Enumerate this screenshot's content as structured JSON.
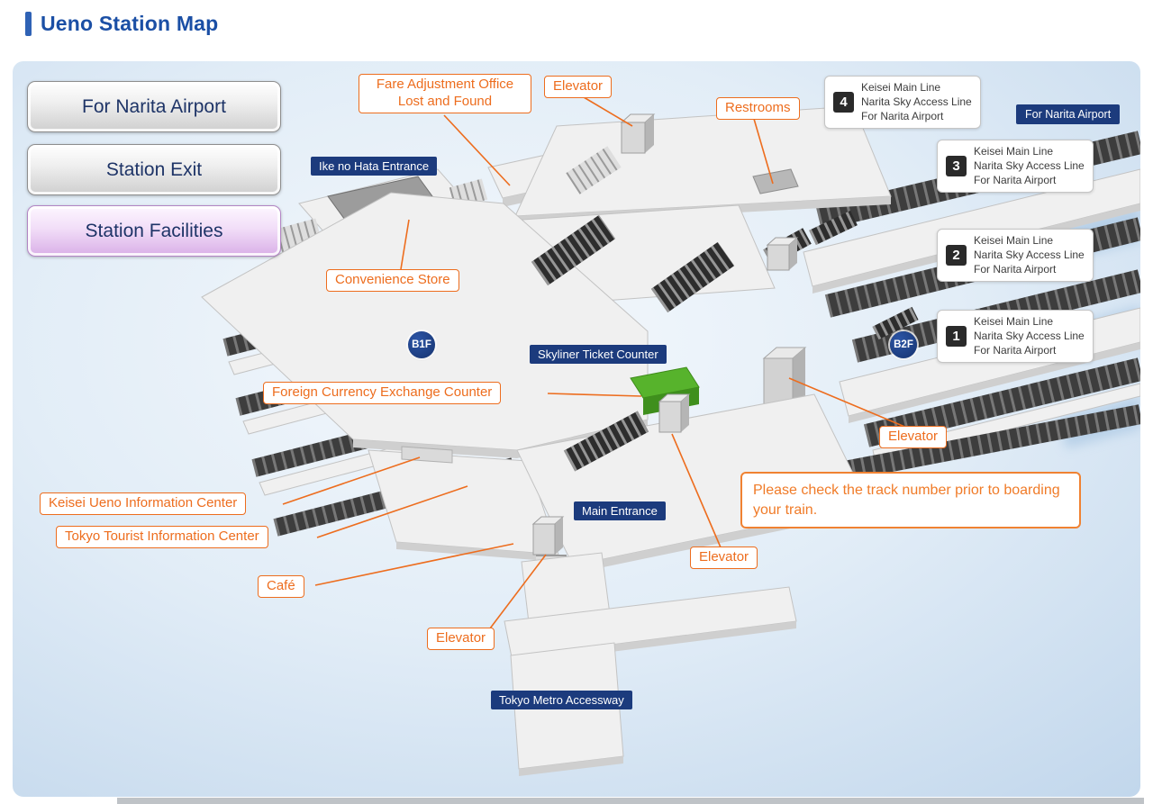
{
  "page": {
    "title": "Ueno Station Map"
  },
  "nav_buttons": [
    {
      "label": "For Narita Airport"
    },
    {
      "label": "Station Exit"
    },
    {
      "label": "Station Facilities"
    }
  ],
  "floor_badges": {
    "b1f": "B1F",
    "b2f": "B2F"
  },
  "entrances": {
    "ike_no_hata": "Ike no Hata Entrance",
    "skyliner": "Skyliner Ticket Counter",
    "main": "Main Entrance",
    "tokyo_metro": "Tokyo Metro Accessway"
  },
  "facilities": {
    "fare_office_line1": "Fare Adjustment Office",
    "fare_office_line2": "Lost and Found",
    "elevator_top": "Elevator",
    "restrooms": "Restrooms",
    "convenience_store": "Convenience Store",
    "forex": "Foreign Currency Exchange Counter",
    "keisei_info": "Keisei Ueno Information Center",
    "tourist_info": "Tokyo Tourist Information Center",
    "cafe": "Café",
    "elevator_left": "Elevator",
    "elevator_center": "Elevator",
    "elevator_right": "Elevator"
  },
  "tracks": {
    "header_tag": "For Narita Airport",
    "boxes": [
      {
        "number": "4",
        "lines": [
          "Keisei Main Line",
          "Narita Sky Access Line",
          "For Narita Airport"
        ]
      },
      {
        "number": "3",
        "lines": [
          "Keisei Main Line",
          "Narita Sky Access Line",
          "For Narita Airport"
        ]
      },
      {
        "number": "2",
        "lines": [
          "Keisei Main Line",
          "Narita Sky Access Line",
          "For Narita Airport"
        ]
      },
      {
        "number": "1",
        "lines": [
          "Keisei Main Line",
          "Narita Sky Access Line",
          "For Narita Airport"
        ]
      }
    ]
  },
  "note": "Please check the track number prior to boarding your train.",
  "colors": {
    "accent_orange": "#ed6d1e",
    "navy": "#1c3b7d",
    "title_blue": "#1b4fa5",
    "counter_green": "#57b32c"
  }
}
